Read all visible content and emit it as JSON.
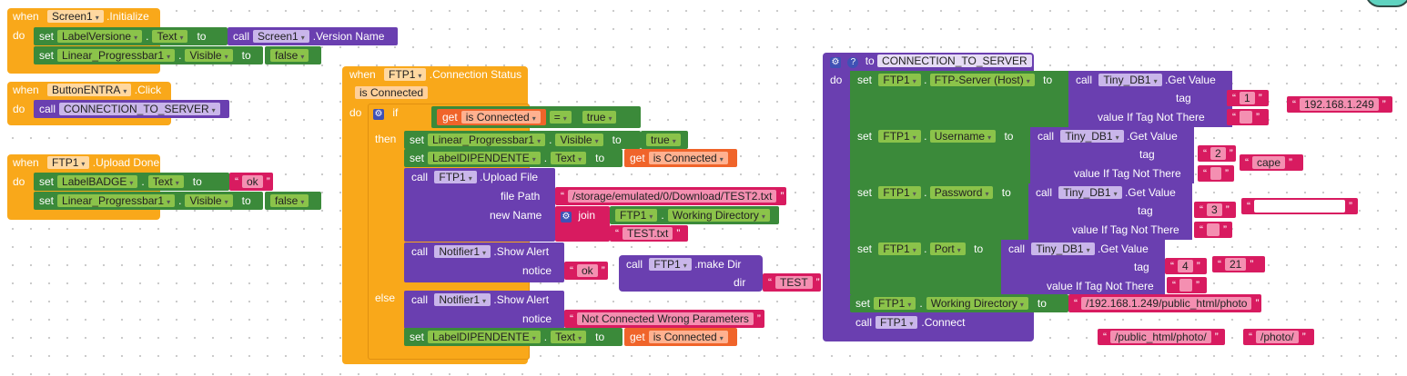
{
  "kw": {
    "when": "when",
    "do": "do",
    "set": "set",
    "call": "call",
    "to": "to",
    "if": "if",
    "then": "then",
    "else": "else",
    "get": "get",
    "join": "join",
    "eq": "=",
    "true": "true",
    "false": "false",
    "tag": "tag",
    "notag": "value If Tag Not There",
    "filepath": "file Path",
    "newname": "new Name",
    "notice": "notice",
    "dir": "dir",
    "procto": "to"
  },
  "screen_init": {
    "component": "Screen1",
    "event": ".Initialize",
    "set1": {
      "component": "LabelVersione",
      "prop": "Text",
      "call_component": "Screen1",
      "method": ".Version Name"
    },
    "set2": {
      "component": "Linear_Progressbar1",
      "prop": "Visible"
    }
  },
  "btn_click": {
    "component": "ButtonENTRA",
    "event": ".Click",
    "proc": "CONNECTION_TO_SERVER"
  },
  "upload_done": {
    "component": "FTP1",
    "event": ".Upload Done",
    "set1": {
      "component": "LabelBADGE",
      "prop": "Text",
      "value": "ok"
    },
    "set2": {
      "component": "Linear_Progressbar1",
      "prop": "Visible"
    }
  },
  "conn_status": {
    "component": "FTP1",
    "event": ".Connection Status",
    "param": "is Connected",
    "if_get": "is Connected",
    "then_set1": {
      "component": "Linear_Progressbar1",
      "prop": "Visible"
    },
    "then_set2": {
      "component": "LabelDIPENDENTE",
      "prop": "Text",
      "get": "is Connected"
    },
    "upload": {
      "component": "FTP1",
      "method": ".Upload File",
      "path": "/storage/emulated/0/Download/TEST2.txt",
      "join_component": "FTP1",
      "join_prop": "Working Directory",
      "join_text": "TEST.txt"
    },
    "alert1": {
      "component": "Notifier1",
      "method": ".Show Alert",
      "text": "ok"
    },
    "else_alert": {
      "component": "Notifier1",
      "method": ".Show Alert",
      "text": "Not Connected Wrong Parameters"
    },
    "else_set": {
      "component": "LabelDIPENDENTE",
      "prop": "Text",
      "get": "is Connected"
    }
  },
  "makedir": {
    "component": "FTP1",
    "method": ".make Dir",
    "dir": "TEST"
  },
  "proc_def": {
    "name": "CONNECTION_TO_SERVER",
    "rows": [
      {
        "prop": "FTP-Server (Host)",
        "db": "Tiny_DB1",
        "tag": "1",
        "extra": "192.168.1.249"
      },
      {
        "prop": "Username",
        "db": "Tiny_DB1",
        "tag": "2",
        "extra": "cape"
      },
      {
        "prop": "Password",
        "db": "Tiny_DB1",
        "tag": "3",
        "extra": ""
      },
      {
        "prop": "Port",
        "db": "Tiny_DB1",
        "tag": "4",
        "extra": "21"
      }
    ],
    "component": "FTP1",
    "getvalue": ".Get Value",
    "wd_prop": "Working Directory",
    "wd_value": "/192.168.1.249/public_html/photo",
    "connect": ".Connect"
  },
  "loose": {
    "a": "/public_html/photo/",
    "b": "/photo/"
  }
}
